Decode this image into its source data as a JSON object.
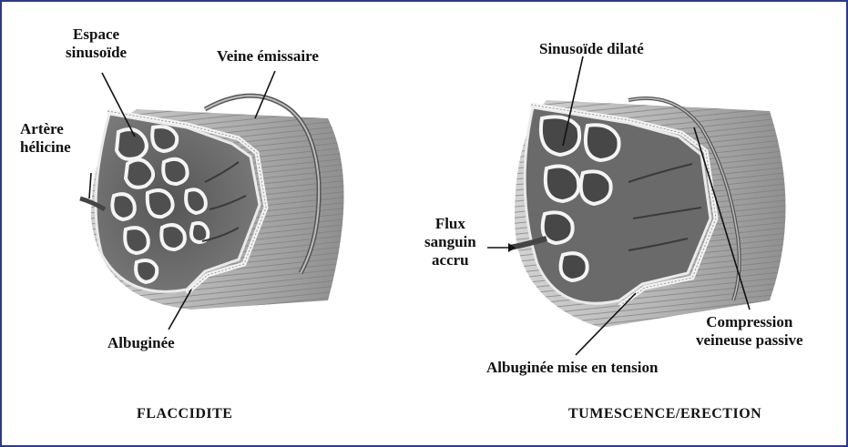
{
  "left_panel": {
    "caption": "FLACCIDITE",
    "labels": {
      "espace_sinusoide": [
        "Espace",
        "sinusoïde"
      ],
      "veine_emissaire": "Veine émissaire",
      "artere_helicine": [
        "Artère",
        "hélicine"
      ],
      "albuginee": "Albuginée"
    }
  },
  "right_panel": {
    "caption": "TUMESCENCE/ERECTION",
    "labels": {
      "sinusoide_dilate": "Sinusoïde dilaté",
      "flux_sanguin": [
        "Flux",
        "sanguin",
        "accru"
      ],
      "compression_veineuse": [
        "Compression",
        "veineuse passive"
      ],
      "albuginee_tension": "Albuginée mise en tension"
    }
  },
  "colors": {
    "frame_border": "#2f3a86",
    "tissue": "#8d8d8d",
    "tissue_light": "#cfcfcf",
    "sinus_fill": "#6e6e6e"
  }
}
